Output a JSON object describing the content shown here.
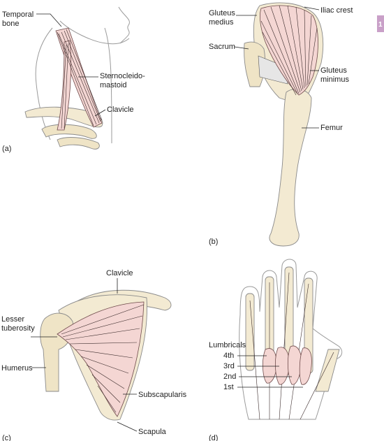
{
  "panels": {
    "a": {
      "letter": "(a)",
      "labels": {
        "temporal_bone": [
          "Temporal",
          "bone"
        ],
        "sternocleidomastoid": [
          "Sternocleido-",
          "mastoid"
        ],
        "clavicle": "Clavicle"
      }
    },
    "b": {
      "letter": "(b)",
      "labels": {
        "gluteus_medius": [
          "Gluteus",
          "medius"
        ],
        "iliac_crest": "Iliac crest",
        "sacrum": "Sacrum",
        "gluteus_minimus": [
          "Gluteus",
          "minimus"
        ],
        "femur": "Femur"
      }
    },
    "c": {
      "letter": "(c)",
      "labels": {
        "clavicle": "Clavicle",
        "lesser_tuberosity": [
          "Lesser",
          "tuberosity"
        ],
        "humerus": "Humerus",
        "subscapularis": "Subscapularis",
        "scapula": "Scapula"
      }
    },
    "d": {
      "letter": "(d)",
      "labels": {
        "lumbricals": "Lumbricals",
        "fourth": "4th",
        "third": "3rd",
        "second": "2nd",
        "first": "1st"
      }
    }
  },
  "page_tab": "1",
  "colors": {
    "muscle_fill": "#f4d6d3",
    "bone_fill": "#f3ead2",
    "tab_fill": "#c9a0c8"
  }
}
